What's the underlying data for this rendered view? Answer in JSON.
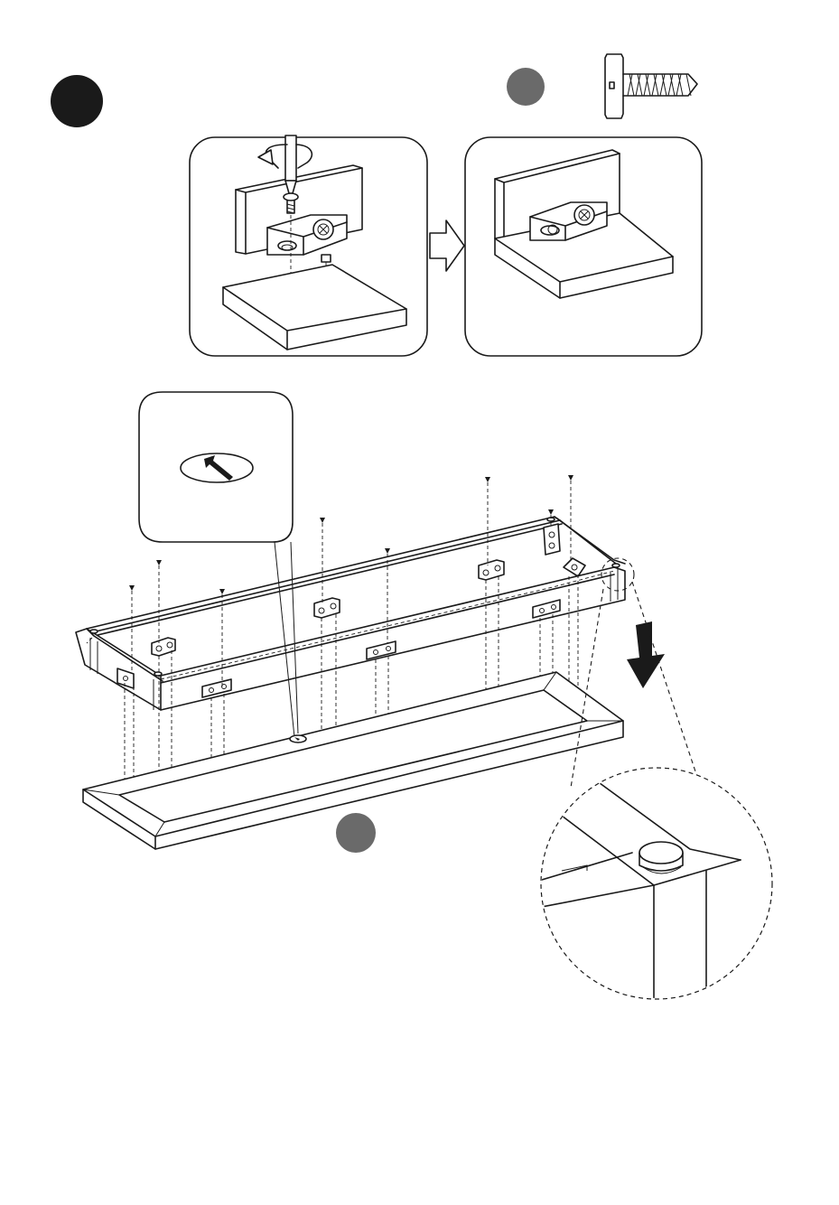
{
  "step": {
    "number": "",
    "marker_color": "#1a1a1a"
  },
  "hardware": {
    "bubble_label": "",
    "bubble_color": "#6a6a6a",
    "part": "screw-icon"
  },
  "panels": {
    "detail_left": "bracket-screw-fastening",
    "detail_right": "bracket-installed",
    "transition": "right-arrow-icon"
  },
  "callouts": {
    "direction_arrow_label": "",
    "bottom_panel_bubble": "",
    "zoom_detail": "corner-peg-detail",
    "press_direction": "down-arrow-icon"
  },
  "colors": {
    "line": "#1a1a1a",
    "marker_dark": "#1a1a1a",
    "marker_gray": "#6a6a6a",
    "background": "#ffffff"
  }
}
